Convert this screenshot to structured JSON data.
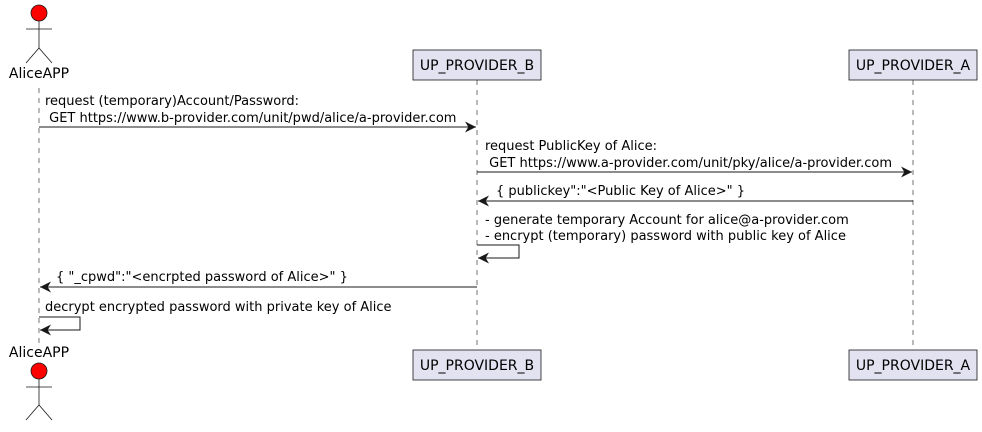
{
  "colors": {
    "actor_fill": "#ff0000",
    "participant_fill": "#e2e2f0",
    "participant_border": "#181818",
    "lifeline": "#181818",
    "arrow": "#181818"
  },
  "participants": {
    "alice": {
      "name": "AliceAPP",
      "kind": "actor"
    },
    "b": {
      "name": "UP_PROVIDER_B",
      "kind": "participant"
    },
    "a": {
      "name": "UP_PROVIDER_A",
      "kind": "participant"
    }
  },
  "messages": [
    {
      "from": "alice",
      "to": "b",
      "lines": [
        "request (temporary)Account/Password:",
        " GET https://www.b-provider.com/unit/pwd/alice/a-provider.com"
      ]
    },
    {
      "from": "b",
      "to": "a",
      "lines": [
        "request PublicKey of Alice:",
        " GET https://www.a-provider.com/unit/pky/alice/a-provider.com"
      ]
    },
    {
      "from": "a",
      "to": "b",
      "lines": [
        "{ publickey\":\"<Public Key of Alice>\" }"
      ]
    },
    {
      "from": "b",
      "to": "b",
      "lines": [
        "- generate temporary Account for alice@a-provider.com",
        "- encrypt (temporary) password with public key of Alice"
      ]
    },
    {
      "from": "b",
      "to": "alice",
      "lines": [
        "{ \"_cpwd\":\"<encrpted password of Alice>\" }"
      ]
    },
    {
      "from": "alice",
      "to": "alice",
      "lines": [
        "decrypt encrypted password with private key of Alice"
      ]
    }
  ]
}
